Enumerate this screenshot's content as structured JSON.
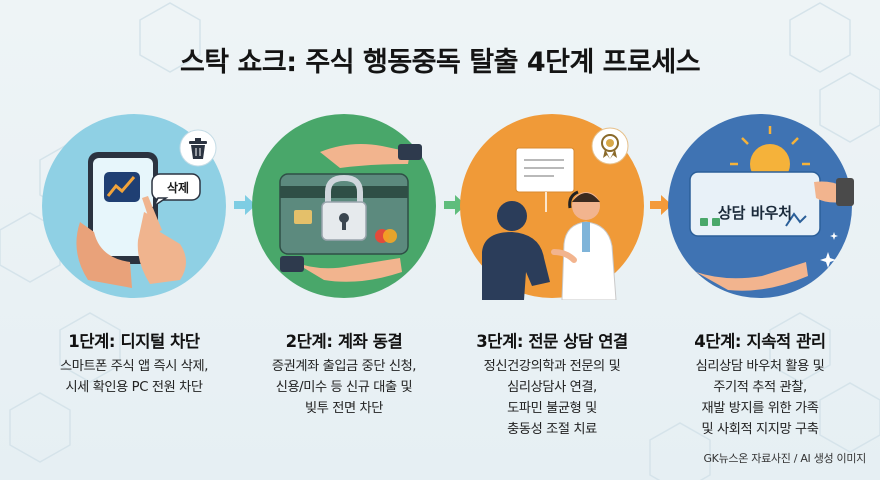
{
  "title": "스탁 쇼크: 주식 행동중독 탈출 4단계 프로세스",
  "steps": [
    {
      "title": "1단계: 디지털 차단",
      "desc": [
        "스마트폰 주식 앱 즉시 삭제,",
        "시세 확인용 PC 전원 차단"
      ],
      "bubble": "삭제",
      "color": "#8fd0e4",
      "icon": "trash-icon"
    },
    {
      "title": "2단계: 계좌 동결",
      "desc": [
        "증권계좌 출입금 중단 신청,",
        "신용/미수 등 신규 대출 및",
        "빚투 전면 차단"
      ],
      "color": "#49a76a",
      "icon": "padlock-icon"
    },
    {
      "title": "3단계: 전문 상담 연결",
      "desc": [
        "정신건강의학과 전문의 및",
        "심리상담사 연결,",
        "도파민 불균형 및",
        "충동성 조절 치료"
      ],
      "color": "#f09a38",
      "icon": "certificate-icon"
    },
    {
      "title": "4단계: 지속적 관리",
      "desc": [
        "심리상담 바우처 활용 및",
        "주기적 추적 관찰,",
        "재발 방지를 위한 가족",
        "및 사회적 지지망 구축"
      ],
      "voucher": "상담 바우처",
      "color": "#3f73b3",
      "icon": "voucher-icon"
    }
  ],
  "credit": "GK뉴스온 자료사진 / AI 생성 이미지"
}
